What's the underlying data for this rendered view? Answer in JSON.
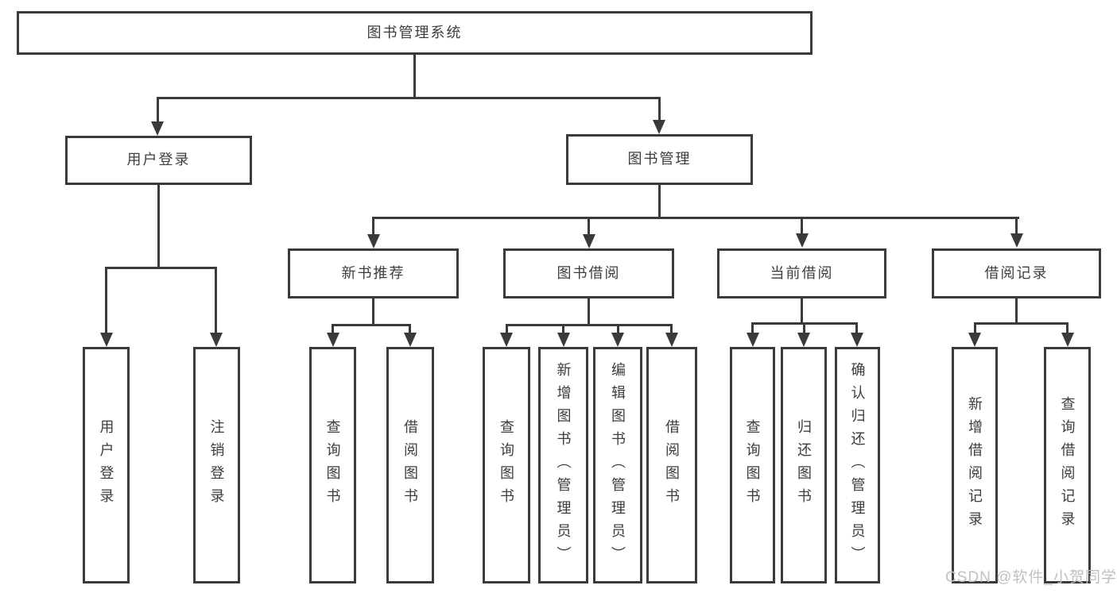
{
  "diagram": {
    "root": {
      "label": "图书管理系统"
    },
    "branches": [
      {
        "label": "用户登录",
        "children": [
          {
            "label": "用户登录"
          },
          {
            "label": "注销登录"
          }
        ]
      },
      {
        "label": "图书管理",
        "children": [
          {
            "label": "新书推荐",
            "children": [
              {
                "label": "查询图书"
              },
              {
                "label": "借阅图书"
              }
            ]
          },
          {
            "label": "图书借阅",
            "children": [
              {
                "label": "查询图书"
              },
              {
                "label": "新增图书（管理员）"
              },
              {
                "label": "编辑图书（管理员）"
              },
              {
                "label": "借阅图书"
              }
            ]
          },
          {
            "label": "当前借阅",
            "children": [
              {
                "label": "查询图书"
              },
              {
                "label": "归还图书"
              },
              {
                "label": "确认归还（管理员）"
              }
            ]
          },
          {
            "label": "借阅记录",
            "children": [
              {
                "label": "新增借阅记录"
              },
              {
                "label": "查询借阅记录"
              }
            ]
          }
        ]
      }
    ]
  },
  "watermark": {
    "text": "CSDN @软件_小贺同学"
  },
  "colors": {
    "line": "#3a3a3a",
    "text": "#3d3d3d",
    "watermark": "#c0c0c0",
    "background": "#ffffff"
  }
}
